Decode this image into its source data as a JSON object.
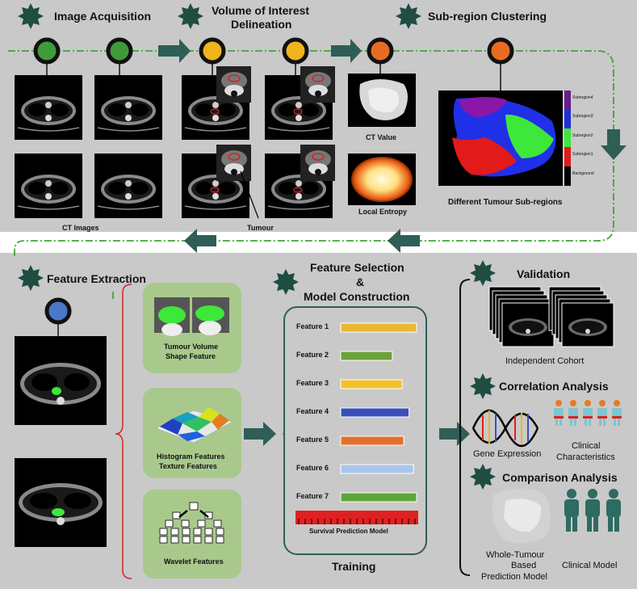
{
  "stages": {
    "acquisition": "Image Acquisition",
    "voi_line1": "Volume of Interest",
    "voi_line2": "Delineation",
    "clustering": "Sub-region Clustering",
    "feature_extraction": "Feature Extraction",
    "selection_line1": "Feature Selection",
    "selection_line2": "&",
    "selection_line3": "Model Construction",
    "validation": "Validation",
    "correlation": "Correlation Analysis",
    "comparison": "Comparison Analysis"
  },
  "top_labels": {
    "ct_images": "CT Images",
    "tumour": "Tumour",
    "ct_value": "CT Value",
    "local_entropy": "Local Entropy",
    "subregions": "Different Tumour Sub-regions"
  },
  "legend": [
    "Subregion4",
    "Subregion3",
    "Subregion2",
    "Subregion1",
    "Background"
  ],
  "feature_boxes": {
    "shape_line1": "Tumour Volume",
    "shape_line2": "Shape Feature",
    "hist_line1": "Histogram Features",
    "hist_line2": "Texture Features",
    "wavelet": "Wavelet Features"
  },
  "features": [
    {
      "label": "Feature 1",
      "color": "#e8b830",
      "value": 1.0
    },
    {
      "label": "Feature 2",
      "color": "#6aa13a",
      "value": 0.68
    },
    {
      "label": "Feature 3",
      "color": "#f2c02a",
      "value": 0.81
    },
    {
      "label": "Feature 4",
      "color": "#3a4fb8",
      "value": 0.9
    },
    {
      "label": "Feature 5",
      "color": "#e2702c",
      "value": 0.83
    },
    {
      "label": "Feature 6",
      "color": "#a9c6ee",
      "value": 0.96
    },
    {
      "label": "Feature 7",
      "color": "#5da63a",
      "value": 1.0
    }
  ],
  "survival_model": "Survival Prediction Model",
  "training": "Training",
  "validation_labels": {
    "independent_cohort": "Independent  Cohort",
    "gene_expression": "Gene Expression",
    "clinical_line1": "Clinical",
    "clinical_line2": "Characteristics",
    "whole_line1": "Whole-Tumour",
    "whole_line2": "Based",
    "whole_line3": "Prediction Model",
    "clinical_model": "Clinical Model"
  },
  "colors": {
    "panel": "#c9c9c9",
    "star": "#1f4d42",
    "arrow": "#2e5e56",
    "dash": "#3fa535",
    "green_box": "#a9c98c",
    "dot_green": "#3f9b3a",
    "dot_yellow": "#f1b41c",
    "dot_orange": "#e86b22",
    "dot_blue": "#4a78c8",
    "survival_bar": "#e02020"
  }
}
